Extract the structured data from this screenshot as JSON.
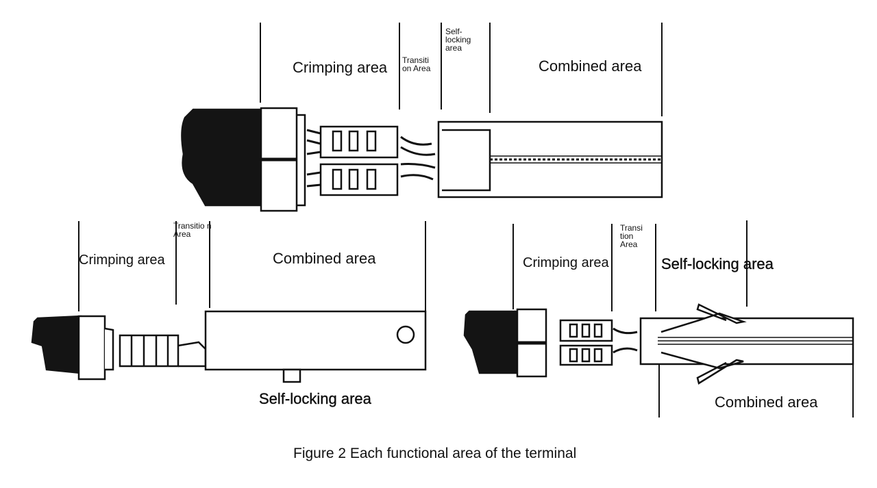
{
  "figure": {
    "caption": "Figure 2 Each functional area of the terminal"
  },
  "top_terminal": {
    "crimping_label": "Crimping area",
    "transition_label": "Transiti on Area",
    "self_locking_label": "Self- locking area",
    "combined_label": "Combined area"
  },
  "bottom_left_terminal": {
    "crimping_label": "Crimping area",
    "transition_label": "Transitio n Area",
    "combined_label": "Combined area",
    "self_locking_label": "Self-locking area"
  },
  "bottom_right_terminal": {
    "crimping_label": "Crimping area",
    "transition_label": "Transi tion Area",
    "self_locking_label": "Self-locking area",
    "combined_label": "Combined area"
  },
  "colors": {
    "line": "#111111",
    "insulation": "#141414",
    "background": "#ffffff"
  }
}
